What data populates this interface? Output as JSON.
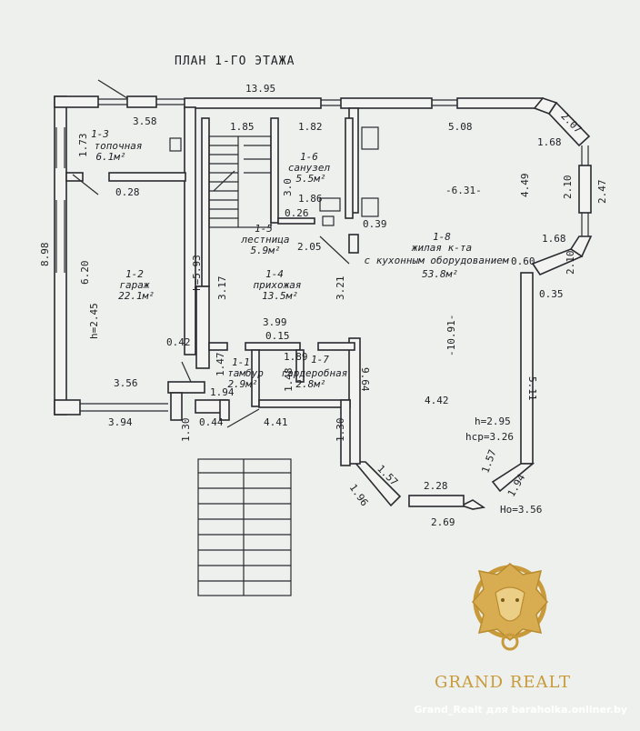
{
  "title": "ПЛАН 1-ГО ЭТАЖА",
  "rooms": [
    {
      "id": "1-3",
      "name": "топочная",
      "area": "6.1м²"
    },
    {
      "id": "1-2",
      "name": "гараж",
      "area": "22.1м²"
    },
    {
      "id": "1-6",
      "name": "санузел",
      "area": "5.5м²"
    },
    {
      "id": "1-5",
      "name": "лестница",
      "area": "5.9м²"
    },
    {
      "id": "1-4",
      "name": "прихожая",
      "area": "13.5м²"
    },
    {
      "id": "1-1",
      "name": "тамбур",
      "area": "2.9м²"
    },
    {
      "id": "1-7",
      "name": "гардеробная",
      "area": "2.8м²"
    },
    {
      "id": "1-8",
      "name": "жилая к-та",
      "name2": "с кухонным оборудованием",
      "area": "53.8м²"
    }
  ],
  "dimensions": {
    "d1395": "13.95",
    "d358": "3.58",
    "d185": "1.85",
    "d182": "1.82",
    "d508": "5.08",
    "d207": "2.07",
    "d173": "1.73",
    "d028": "0.28",
    "d168a": "1.68",
    "d631": "-6.31-",
    "d449": "4.49",
    "d210a": "2.10",
    "d247": "2.47",
    "d30": "3.0",
    "d186": "1.86",
    "d026": "0.26",
    "d039": "0.39",
    "d898": "8.98",
    "d205": "2.05",
    "d168b": "1.68",
    "d060": "0.60",
    "d210b": "2.10",
    "d620": "6.20",
    "d593": "h=5.93",
    "d317": "3.17",
    "d321": "3.21",
    "d035": "0.35",
    "h245": "h=2.45",
    "d399": "3.99",
    "d015": "0.15",
    "d1091": "-10.91-",
    "d042": "0.42",
    "d189": "1.89",
    "d147": "1.47",
    "d964": "9.64",
    "d511": "5.11",
    "d356": "3.56",
    "d148": "1.48",
    "d194a": "1.94",
    "d442": "4.42",
    "d394": "3.94",
    "d044": "0.44",
    "d441": "4.41",
    "d130a": "1.30",
    "d130b": "1.30",
    "h295": "h=2.95",
    "hcp": "hср=3.26",
    "d157a": "1.57",
    "d157b": "1.57",
    "d228": "2.28",
    "d196": "1.96",
    "d194b": "1.94",
    "d269": "2.69",
    "hd": "Hо=3.56"
  },
  "brand": {
    "name": "GRAND REALT",
    "color": "#c89a3a"
  },
  "watermark": "Grand_Realt для baraholka.onliner.by"
}
